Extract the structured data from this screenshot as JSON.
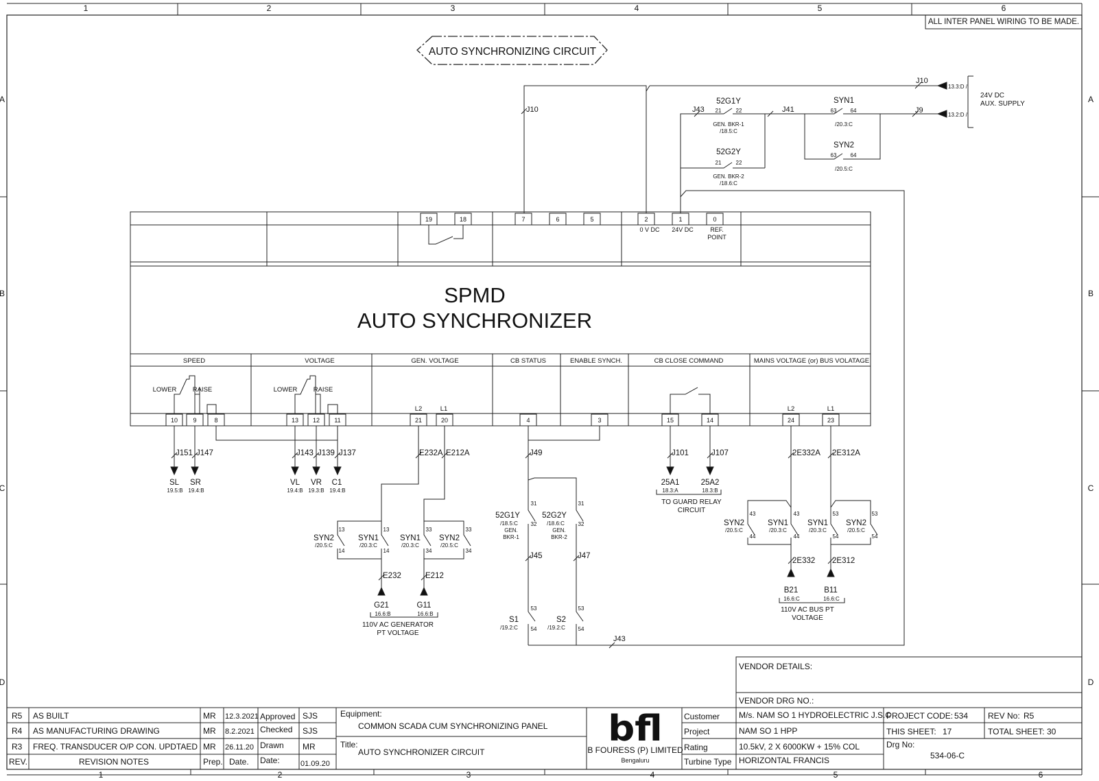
{
  "sheet": {
    "col_labels": [
      "1",
      "2",
      "3",
      "4",
      "5",
      "6"
    ],
    "row_labels": [
      "A",
      "B",
      "C",
      "D"
    ],
    "note": "ALL INTER PANEL WIRING TO BE MADE."
  },
  "diagram": {
    "title": "AUTO SYNCHRONIZING CIRCUIT",
    "supply": {
      "refs": [
        "13.3:D /",
        "13.2:D /"
      ],
      "label_1": "24V DC",
      "label_2": "AUX. SUPPLY"
    },
    "wires": {
      "j10_top": "J10",
      "j10_left": "J10",
      "j43_top": "J43",
      "j41": "J41",
      "j9": "J9",
      "j151": "J151",
      "j147": "J147",
      "j143": "J143",
      "j139": "J139",
      "j137": "J137",
      "e232a": "E232A",
      "e212a": "E212A",
      "j49": "J49",
      "j101": "J101",
      "j107": "J107",
      "e2332a": "2E332A",
      "e2312a": "2E312A",
      "e232": "E232",
      "e212": "E212",
      "j45": "J45",
      "j47": "J47",
      "e2332": "2E332",
      "e2312": "2E312",
      "j43_bottom": "J43"
    },
    "top_contacts": {
      "c52g1y": {
        "name": "52G1Y",
        "t1": "21",
        "t2": "22",
        "desc1": "GEN. BKR-1",
        "desc2": "/18.5:C"
      },
      "c52g2y": {
        "name": "52G2Y",
        "t1": "21",
        "t2": "22",
        "desc1": "GEN. BKR-2",
        "desc2": "/18.6:C"
      },
      "syn1": {
        "name": "SYN1",
        "t1": "63",
        "t2": "64",
        "ref": "/20.3:C"
      },
      "syn2": {
        "name": "SYN2",
        "t1": "63",
        "t2": "64",
        "ref": "/20.5:C"
      }
    },
    "module": {
      "line1": "SPMD",
      "line2": "AUTO SYNCHRONIZER",
      "top_terminals": [
        "19",
        "18",
        "7",
        "6",
        "5",
        "2",
        "1",
        "0"
      ],
      "top_labels": {
        "t2": "0 V DC",
        "t1": "24V DC",
        "t0a": "REF.",
        "t0b": "POINT"
      },
      "sections": [
        "SPEED",
        "VOLTAGE",
        "GEN. VOLTAGE",
        "CB STATUS",
        "ENABLE SYNCH.",
        "CB CLOSE COMMAND",
        "MAINS VOLTAGE (or) BUS VOLATAGE"
      ],
      "bottom_terminals": [
        "10",
        "9",
        "8",
        "13",
        "12",
        "11",
        "21",
        "20",
        "4",
        "3",
        "15",
        "14",
        "24",
        "23"
      ],
      "lower": "LOWER",
      "raise": "RAISE",
      "l2": "L2",
      "l1": "L1"
    },
    "outputs": {
      "sl": {
        "name": "SL",
        "ref": "19.5:B"
      },
      "sr": {
        "name": "SR",
        "ref": "19.4:B"
      },
      "vl": {
        "name": "VL",
        "ref": "19.4:B"
      },
      "vr": {
        "name": "VR",
        "ref": "19.3:B"
      },
      "c1": {
        "name": "C1",
        "ref": "19.4:B"
      },
      "a25a1": {
        "name": "25A1",
        "ref": "18.3:A"
      },
      "a25a2": {
        "name": "25A2",
        "ref": "18.3:B"
      },
      "guard_1": "TO GUARD RELAY",
      "guard_2": "CIRCUIT"
    },
    "gen_contacts": {
      "syn2_l": {
        "name": "SYN2",
        "ref": "/20.5:C",
        "t1": "13",
        "t2": "14"
      },
      "syn1_l": {
        "name": "SYN1",
        "ref": "/20.3:C",
        "t1": "13",
        "t2": "14"
      },
      "syn1_r": {
        "name": "SYN1",
        "ref": "/20.3:C",
        "t1": "33",
        "t2": "34"
      },
      "syn2_r": {
        "name": "SYN2",
        "ref": "/20.5:C",
        "t1": "33",
        "t2": "34"
      },
      "g21": {
        "name": "G21",
        "ref": "16.6:B"
      },
      "g11": {
        "name": "G11",
        "ref": "16.6:B"
      },
      "pt_1": "110V AC GENERATOR",
      "pt_2": "PT VOLTAGE"
    },
    "cb_contacts": {
      "c52g1y": {
        "name": "52G1Y",
        "ref": "/18.5:C",
        "d1": "GEN.",
        "d2": "BKR-1",
        "t1": "31",
        "t2": "32"
      },
      "c52g2y": {
        "name": "52G2Y",
        "ref": "/18.6:C",
        "d1": "GEN.",
        "d2": "BKR-2",
        "t1": "31",
        "t2": "32"
      },
      "s1": {
        "name": "S1",
        "ref": "/19.2:C",
        "t1": "53",
        "t2": "54"
      },
      "s2": {
        "name": "S2",
        "ref": "/19.2:C",
        "t1": "53",
        "t2": "54"
      }
    },
    "bus_contacts": {
      "syn2_l": {
        "name": "SYN2",
        "ref": "/20.5:C",
        "t1": "43",
        "t2": "44"
      },
      "syn1_l": {
        "name": "SYN1",
        "ref": "/20.3:C",
        "t1": "43",
        "t2": "44"
      },
      "syn1_r": {
        "name": "SYN1",
        "ref": "/20.3:C",
        "t1": "53",
        "t2": "54"
      },
      "syn2_r": {
        "name": "SYN2",
        "ref": "/20.5:C",
        "t1": "53",
        "t2": "54"
      },
      "b21": {
        "name": "B21",
        "ref": "16.6:C"
      },
      "b11": {
        "name": "B11",
        "ref": "16.6:C"
      },
      "pt_1": "110V AC BUS PT",
      "pt_2": "VOLTAGE"
    }
  },
  "title_block": {
    "vendor_details": "VENDOR DETAILS:",
    "vendor_drg": "VENDOR DRG NO.:",
    "revisions": [
      {
        "rev": "R5",
        "note": "AS BUILT",
        "by": "MR",
        "date": "12.3.2021"
      },
      {
        "rev": "R4",
        "note": "AS MANUFACTURING DRAWING",
        "by": "MR",
        "date": "8.2.2021"
      },
      {
        "rev": "R3",
        "note": "FREQ. TRANSDUCER O/P CON. UPDTAED",
        "by": "MR",
        "date": "26.11.20"
      }
    ],
    "rev_header": "REV.",
    "notes_header": "REVISION NOTES",
    "prep_header": "Prep.",
    "date_header": "Date.",
    "approved_label": "Approved",
    "approved_value": "SJS",
    "checked_label": "Checked",
    "checked_value": "SJS",
    "drawn_label": "Drawn",
    "drawn_value": "MR",
    "date_label": "Date:",
    "date_value": "01.09.20",
    "equipment_label": "Equipment:",
    "equipment_value": "COMMON SCADA CUM SYNCHRONIZING PANEL",
    "title_label": "Title:",
    "title_value": "AUTO SYNCHRONIZER CIRCUIT",
    "logo": "bfl",
    "company": "B FOURESS (P) LIMITED",
    "city": "Bengaluru",
    "customer_label": "Customer",
    "customer_value": "M/s. NAM SO 1 HYDROELECTRIC J.S.C",
    "project_label": "Project",
    "project_value": "NAM SO 1 HPP",
    "rating_label": "Rating",
    "rating_value": "10.5kV, 2 X 6000KW + 15% COL",
    "turbine_label": "Turbine Type",
    "turbine_value": "HORIZONTAL FRANCIS",
    "project_code_label": "PROJECT CODE:",
    "project_code_value": "534",
    "rev_no_label": "REV No:",
    "rev_no_value": "R5",
    "this_sheet_label": "THIS SHEET:",
    "this_sheet_value": "17",
    "total_sheet_label": "TOTAL SHEET:",
    "total_sheet_value": "30",
    "drg_no_label": "Drg No:",
    "drg_no_value": "534-06-C"
  }
}
